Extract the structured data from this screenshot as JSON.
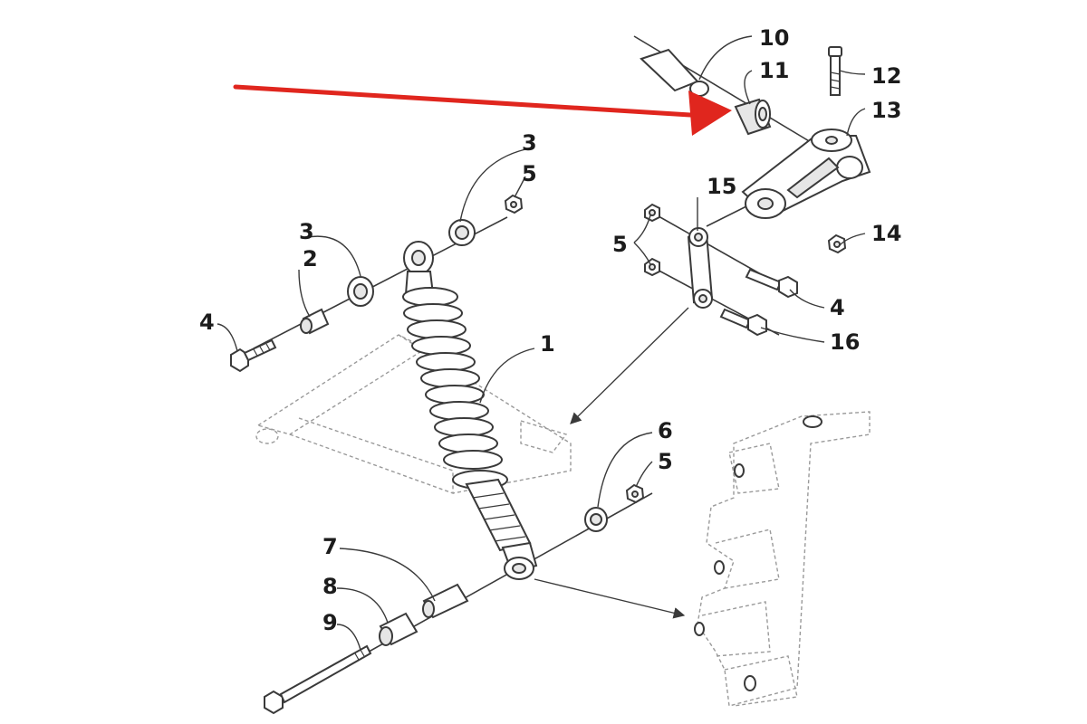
{
  "callouts": {
    "c1": "1",
    "c2": "2",
    "c3a": "3",
    "c3b": "3",
    "c4a": "4",
    "c4b": "4",
    "c5a": "5",
    "c5b": "5",
    "c5c": "5",
    "c6": "6",
    "c7": "7",
    "c8": "8",
    "c9": "9",
    "c10": "10",
    "c11": "11",
    "c12": "12",
    "c13": "13",
    "c14": "14",
    "c15": "15",
    "c16": "16"
  },
  "highlight": {
    "color": "#e0261e"
  }
}
